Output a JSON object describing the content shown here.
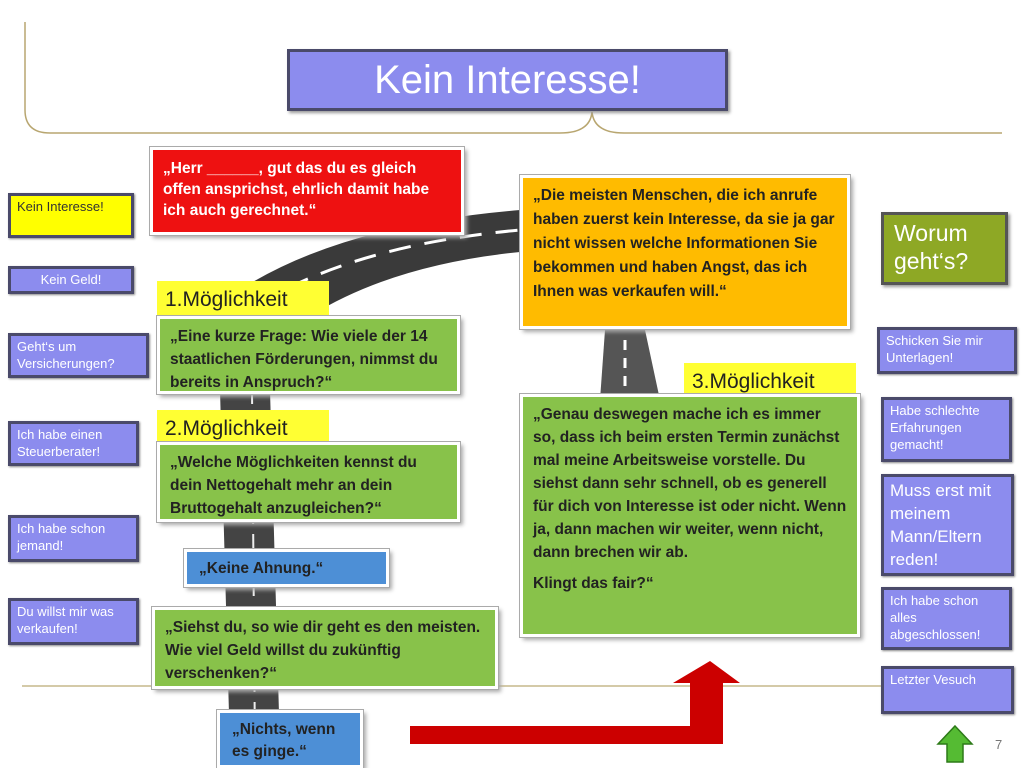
{
  "title": "Kein Interesse!",
  "left_menu": [
    "Kein Interesse!",
    "Kein Geld!",
    "Geht‘s um Versicherungen?",
    "Ich habe einen Steuerberater!",
    "Ich habe schon jemand!",
    "Du willst mir was verkaufen!"
  ],
  "right_menu": [
    "Schicken Sie mir Unterlagen!",
    "Habe schlechte Erfahrungen gemacht!",
    "Muss erst mit meinem Mann/Eltern reden!",
    "Ich habe schon alles abgeschlossen!",
    "Letzter Vesuch"
  ],
  "worum_button": "Worum geht‘s?",
  "red_box": "„Herr ______, gut das du es gleich offen ansprichst, ehrlich damit habe ich auch gerechnet.“",
  "orange_box": "„Die meisten Menschen, die ich anrufe haben zuerst kein Interesse, da sie ja gar nicht wissen welche Informationen Sie bekommen und haben Angst, das ich Ihnen was verkaufen will.“",
  "option1": {
    "label": "1.Möglichkeit",
    "text": "„Eine kurze Frage: Wie viele der 14 staatlichen Förderungen, nimmst du bereits in Anspruch?“"
  },
  "option2": {
    "label": "2.Möglichkeit",
    "text": "„Welche Möglichkeiten kennst du dein Nettogehalt mehr an dein Bruttogehalt anzugleichen?“",
    "reply": "„Keine Ahnung.“",
    "followup": "„Siehst du, so wie dir geht es den meisten. Wie viel Geld willst du zukünftig verschenken?“",
    "answer": "„Nichts, wenn es ginge.“"
  },
  "option3": {
    "label": "3.Möglichkeit",
    "text": "„Genau deswegen mache ich es immer so, dass ich beim ersten Termin zunächst mal meine Arbeitsweise vorstelle. Du siehst dann sehr schnell, ob es generell für dich von Interesse ist oder nicht. Wenn ja, dann machen wir weiter, wenn nicht, dann brechen wir ab.",
    "closing": "Klingt das fair?“"
  },
  "page_number": "7",
  "colors": {
    "menu_button": "#8c8cee",
    "red": "#ee1111",
    "orange": "#ffbb00",
    "green": "#88c24a",
    "blue": "#4d8fd6",
    "yellow": "#ffff33",
    "arrow": "#cc0000",
    "worum": "#8ea825"
  },
  "icons": [
    "home-arrow-icon",
    "red-arrow-icon",
    "road-graphic"
  ]
}
